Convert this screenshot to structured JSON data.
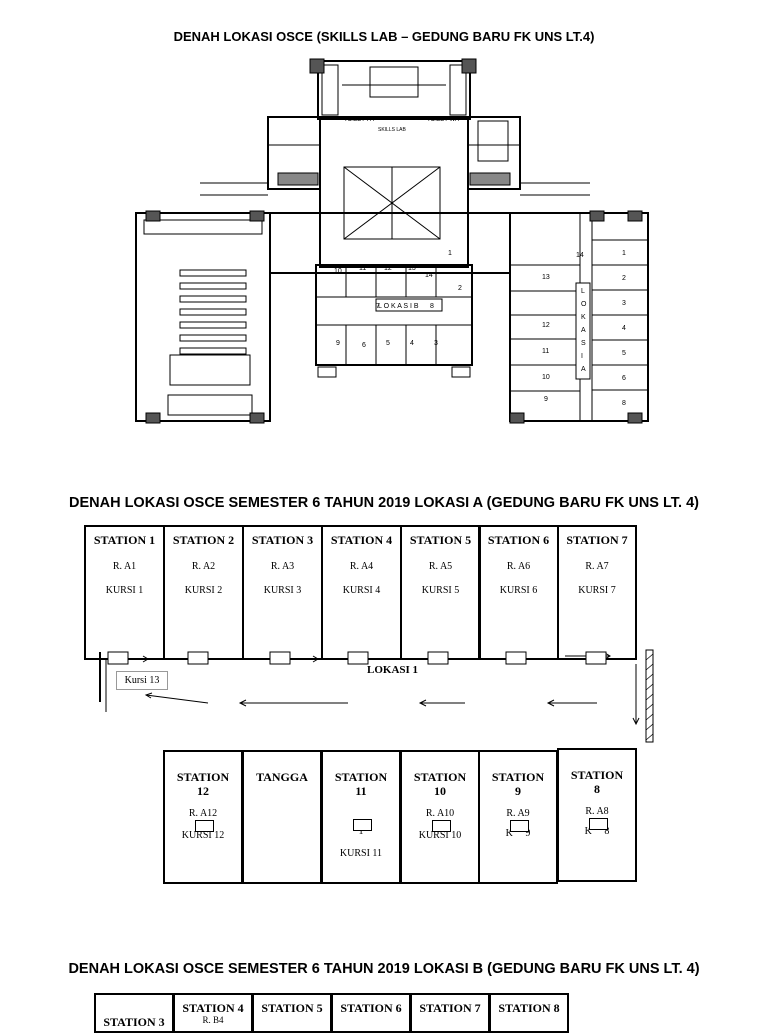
{
  "titles": {
    "top": "DENAH LOKASI OSCE (SKILLS LAB – GEDUNG BARU FK UNS LT.4)",
    "lokasi_a": "DENAH LOKASI OSCE SEMESTER 6 TAHUN 2019 LOKASI A (GEDUNG BARU FK UNS LT. 4)",
    "lokasi_b": "DENAH LOKASI OSCE SEMESTER 6 TAHUN 2019 LOKASI B (GEDUNG BARU FK UNS LT. 4)"
  },
  "floor_plan": {
    "toilet_left": "TOILET PA",
    "toilet_right": "TOILET WA",
    "skills_lab": "SKILLS LAB",
    "lokasi_b_label": "L O K A S I   B",
    "lokasi_a_letters": [
      "L",
      "O",
      "K",
      "A",
      "S",
      "I",
      "A"
    ],
    "center_numbers": [
      "10",
      "11",
      "12",
      "13",
      "14",
      "1",
      "2",
      "7",
      "8",
      "9",
      "6",
      "5",
      "4",
      "3"
    ],
    "right_left_numbers": [
      "14",
      "13",
      "12",
      "11",
      "10",
      "9"
    ],
    "right_right_numbers": [
      "1",
      "2",
      "3",
      "4",
      "5",
      "6",
      "8"
    ]
  },
  "lokasi_a": {
    "top_row": [
      {
        "station": "STATION 1",
        "room": "R. A1",
        "kursi": "KURSI 1"
      },
      {
        "station": "STATION 2",
        "room": "R. A2",
        "kursi": "KURSI 2"
      },
      {
        "station": "STATION 3",
        "room": "R. A3",
        "kursi": "KURSI 3"
      },
      {
        "station": "STATION 4",
        "room": "R. A4",
        "kursi": "KURSI 4"
      },
      {
        "station": "STATION 5",
        "room": "R. A5",
        "kursi": "KURSI 5"
      },
      {
        "station": "STATION 6",
        "room": "R. A6",
        "kursi": "KURSI 6"
      },
      {
        "station": "STATION 7",
        "room": "R. A7",
        "kursi": "KURSI 7"
      }
    ],
    "corridor_label": "LOKASI 1",
    "kursi_13": "Kursi 13",
    "bottom_row": [
      {
        "station": "STATION 12",
        "room": "R. A12",
        "kursi": "KURSI 12"
      },
      {
        "station": "TANGGA",
        "room": "",
        "kursi": ""
      },
      {
        "station": "STATION 11",
        "room": "",
        "kursi": "KURSI 11",
        "chair_tag": "1"
      },
      {
        "station": "STATION 10",
        "room": "R. A10",
        "kursi": "KURSI 10"
      },
      {
        "station": "STATION 9",
        "room": "R. A9",
        "kursi": "",
        "chair_tag": "K     9"
      },
      {
        "station": "STATION 8",
        "room": "R. A8",
        "kursi": "",
        "chair_tag": "K     8"
      }
    ]
  },
  "lokasi_b": {
    "stations": [
      "STATION 3",
      "STATION 4",
      "STATION 5",
      "STATION 6",
      "STATION 7",
      "STATION 8"
    ],
    "rooms": [
      "R. B4"
    ]
  }
}
